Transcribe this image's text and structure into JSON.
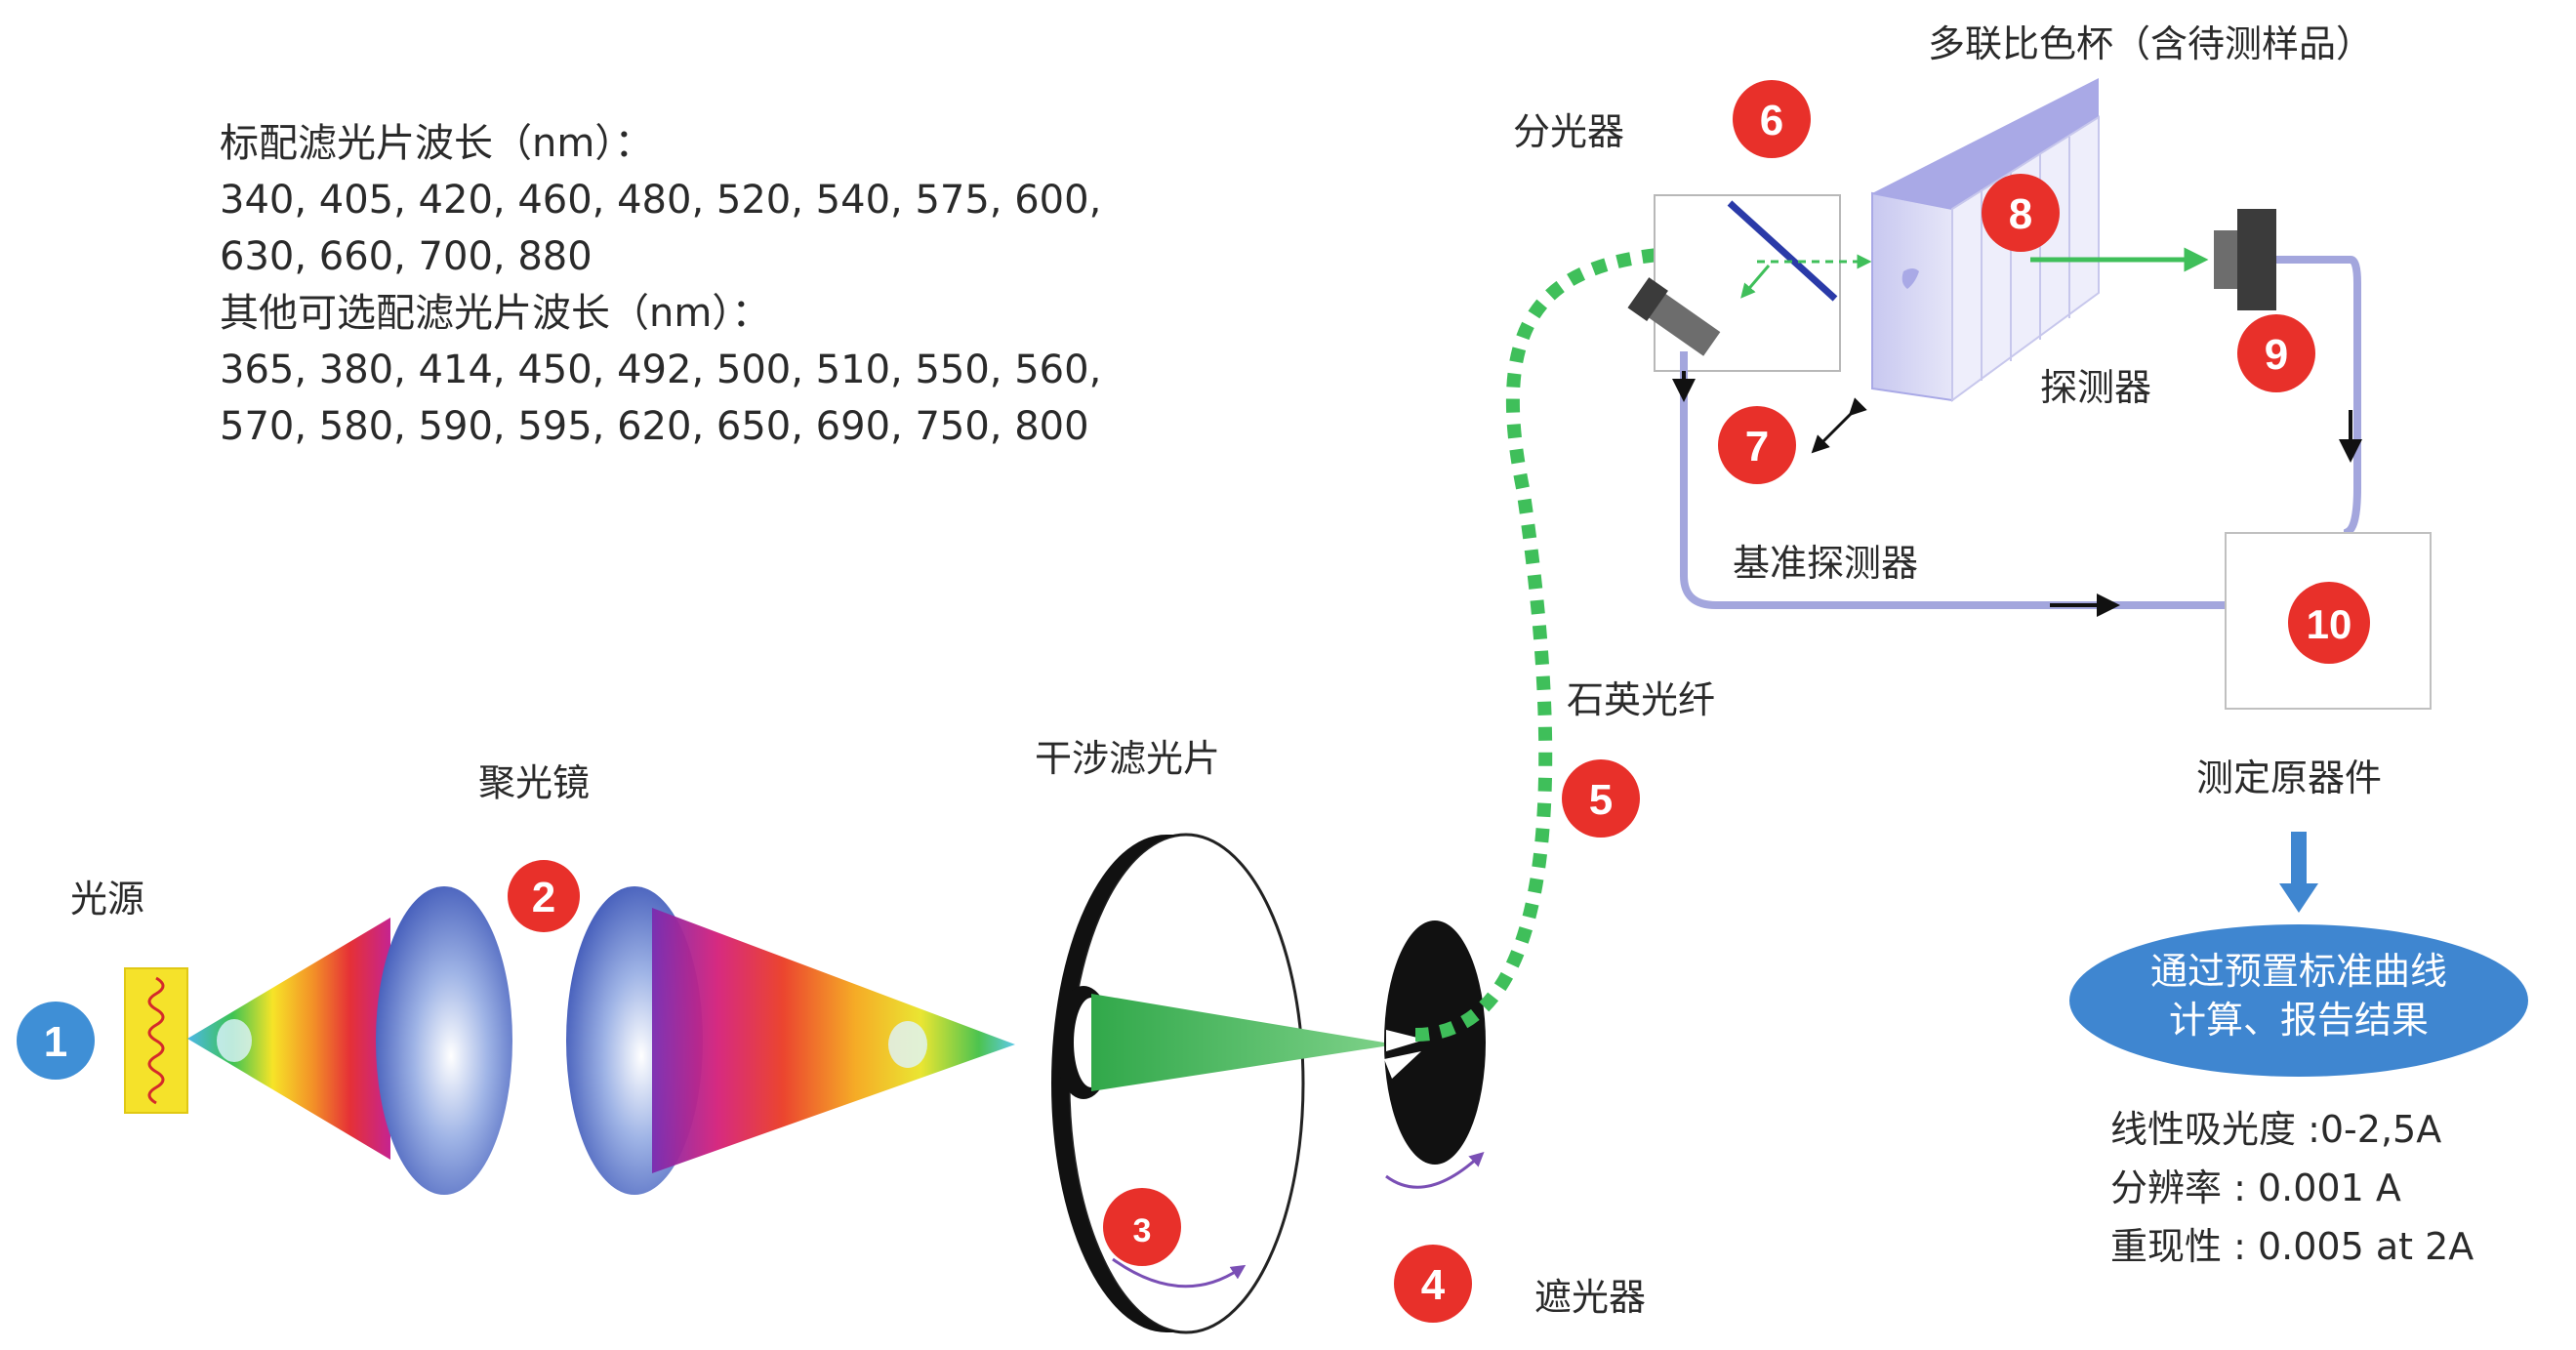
{
  "filters": {
    "standard_heading": "标配滤光片波长（nm）：",
    "standard_line1": "340, 405, 420, 460, 480, 520, 540, 575, 600,",
    "standard_line2": "630, 660, 700, 880",
    "optional_heading": "其他可选配滤光片波长（nm）：",
    "optional_line1": "365, 380, 414, 450, 492, 500, 510, 550, 560,",
    "optional_line2": "570, 580, 590, 595, 620, 650, 690, 750, 800"
  },
  "labels": {
    "light_source": "光源",
    "condenser": "聚光镜",
    "interference_filter": "干涉滤光片",
    "shutter": "遮光器",
    "quartz_fiber": "石英光纤",
    "beam_splitter": "分光器",
    "cuvette": "多联比色杯（含待测样品）",
    "detector": "探测器",
    "reference_detector": "基准探测器",
    "measuring_element": "测定原器件"
  },
  "badges": {
    "b1": "1",
    "b2": "2",
    "b3": "3",
    "b4": "4",
    "b5": "5",
    "b6": "6",
    "b7": "7",
    "b8": "8",
    "b9": "9",
    "b10": "10"
  },
  "result": {
    "line1": "通过预置标准曲线",
    "line2": "计算、报告结果"
  },
  "specs": {
    "linearity": "线性吸光度 :0-2,5A",
    "resolution": "分辨率 : 0.001 A",
    "reproducibility": "重现性 : 0.005 at 2A"
  },
  "colors": {
    "badge_red": "#e8302a",
    "badge_blue": "#3f8fd6",
    "fiber_green": "#3fbf5a",
    "cable_lavender": "#a3a6dd",
    "cuvette_violet": "#b9b9ea",
    "result_blue": "#3f86d0",
    "filter_blue": "#2a3aa8"
  }
}
